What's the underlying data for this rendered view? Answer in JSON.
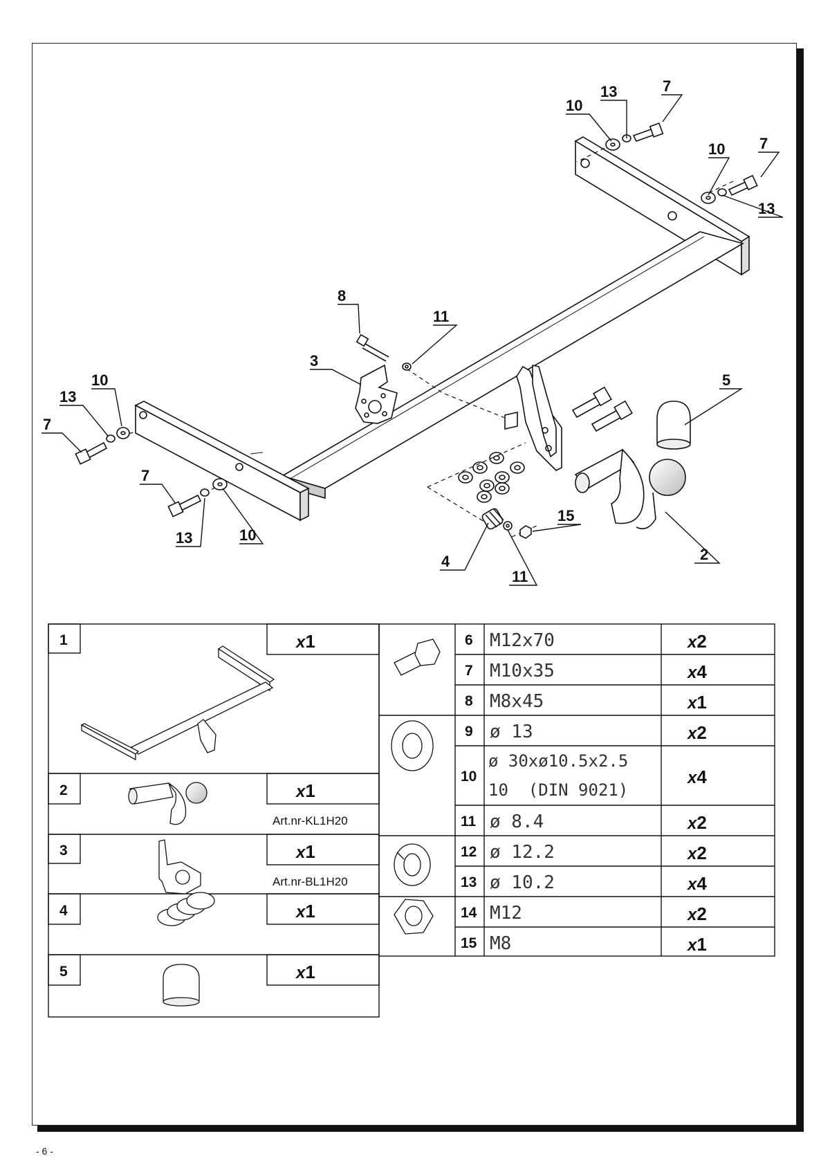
{
  "page_number": "- 6 -",
  "callouts": {
    "c1": "13",
    "c2": "7",
    "c3": "10",
    "c4": "10",
    "c5": "7",
    "c6": "13",
    "c7": "8",
    "c8": "11",
    "c9": "3",
    "c10": "10",
    "c11": "13",
    "c12": "7",
    "c13": "5",
    "c14": "7",
    "c15": "13",
    "c16": "10",
    "c17": "15",
    "c18": "2",
    "c19": "4",
    "c20": "11"
  },
  "parts_left": [
    {
      "num": "1",
      "qty": "1",
      "art": ""
    },
    {
      "num": "2",
      "qty": "1",
      "art": "Art.nr-KL1H20"
    },
    {
      "num": "3",
      "qty": "1",
      "art": "Art.nr-BL1H20"
    },
    {
      "num": "4",
      "qty": "1",
      "art": ""
    },
    {
      "num": "5",
      "qty": "1",
      "art": ""
    }
  ],
  "qty_prefix": "x",
  "parts_right": [
    {
      "num": "6",
      "spec": "M12x70",
      "qty": "2"
    },
    {
      "num": "7",
      "spec": "M10x35",
      "qty": "4"
    },
    {
      "num": "8",
      "spec": "M8x45",
      "qty": "1"
    },
    {
      "num": "9",
      "spec": "ø 13",
      "qty": "2"
    },
    {
      "num": "10",
      "spec": "ø 30xø10.5x2.5",
      "spec2": "10  (DIN 9021)",
      "qty": "4"
    },
    {
      "num": "11",
      "spec": "ø 8.4",
      "qty": "2"
    },
    {
      "num": "12",
      "spec": "ø 12.2",
      "qty": "2"
    },
    {
      "num": "13",
      "spec": "ø 10.2",
      "qty": "4"
    },
    {
      "num": "14",
      "spec": "M12",
      "qty": "2"
    },
    {
      "num": "15",
      "spec": "M8",
      "qty": "1"
    }
  ]
}
